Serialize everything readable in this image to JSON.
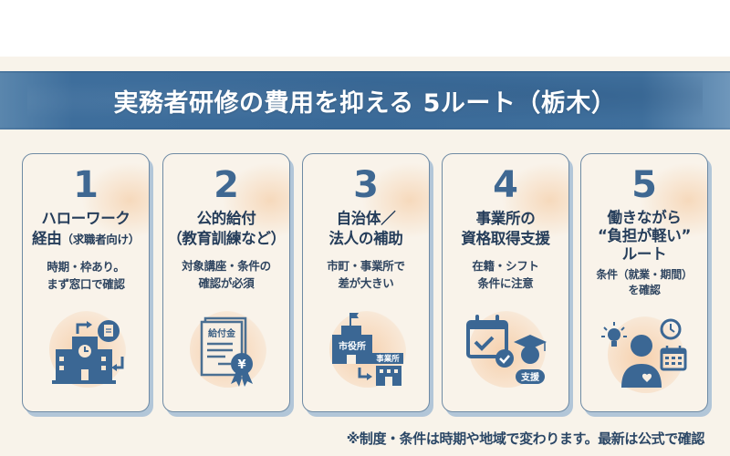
{
  "header": {
    "title": "実務者研修の費用を抑える 5ルート（栃木）"
  },
  "colors": {
    "banner": "#3a6a98",
    "background": "#f8f3ea",
    "card_border": "#6e8aa4",
    "number": "#3f6892",
    "text": "#253d5a",
    "accent_peach": "#f4c496"
  },
  "routes": [
    {
      "number": "1",
      "title_line1": "ハローワーク",
      "title_line2": "経由",
      "title_note": "（求職者向け）",
      "sub_line1": "時期・枠あり。",
      "sub_line2": "まず窓口で確認",
      "icon": "office-building-document-icon"
    },
    {
      "number": "2",
      "title_line1": "公的給付",
      "title_line2": "（教育訓練など）",
      "sub_line1": "対象講座・条件の",
      "sub_line2": "確認が必須",
      "icon": "benefit-certificate-yen-icon",
      "icon_label": "給付金",
      "icon_symbol": "¥"
    },
    {
      "number": "3",
      "title_line1": "自治体／",
      "title_line2": "法人の補助",
      "sub_line1": "市町・事業所で",
      "sub_line2": "差が大きい",
      "icon": "city-hall-to-office-icon",
      "icon_label_a": "市役所",
      "icon_label_b": "事業所"
    },
    {
      "number": "4",
      "title_line1": "事業所の",
      "title_line2": "資格取得支援",
      "sub_line1": "在籍・シフト",
      "sub_line2": "条件に注意",
      "icon": "calendar-check-graduate-icon",
      "icon_label": "支援"
    },
    {
      "number": "5",
      "title_line1": "働きながら",
      "title_line2": "“負担が軽い”",
      "title_line3": "ルート",
      "sub_line1": "条件（就業・期間）",
      "sub_line2": "を確認",
      "icon": "worker-lightbulb-clock-calendar-icon"
    }
  ],
  "footer": {
    "note": "※制度・条件は時期や地域で変わります。最新は公式で確認"
  }
}
